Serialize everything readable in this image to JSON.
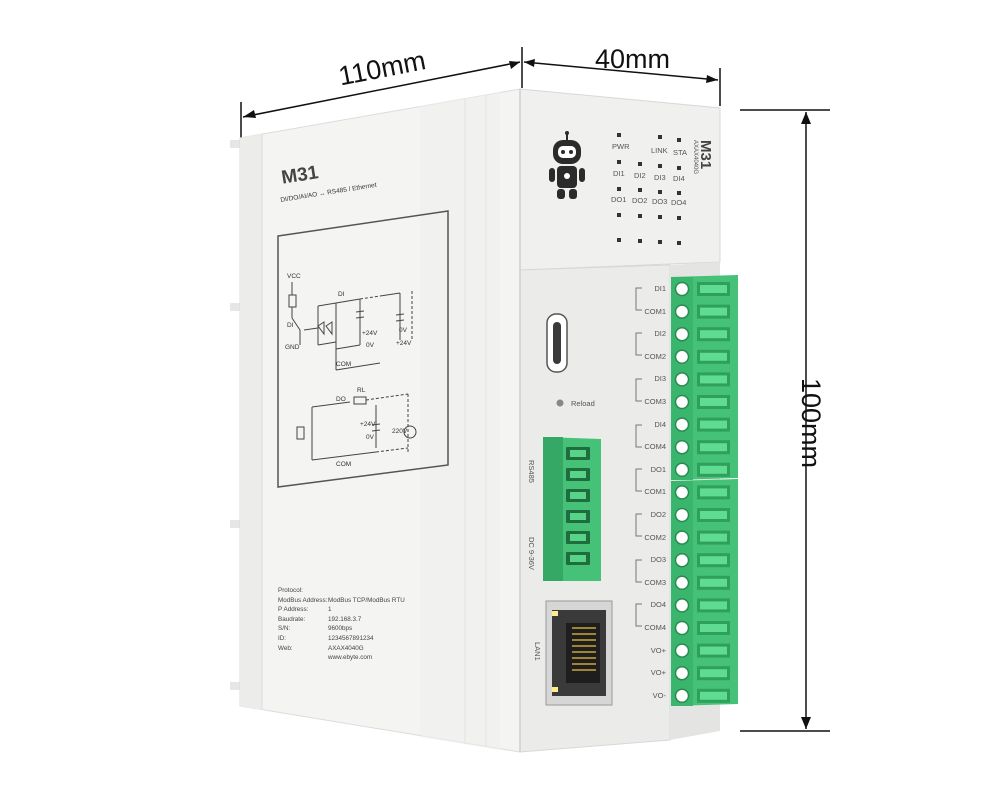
{
  "dimensions": {
    "width": "110mm",
    "depth": "40mm",
    "height": "100mm"
  },
  "device": {
    "side_model": "M31",
    "side_subtitle": "DI/DO/AI/AO",
    "side_subtitle_interface": "RS485 / Ethernet",
    "front_model": "M31",
    "front_model_code": "AXAX4040G"
  },
  "schematic": {
    "vcc": "VCC",
    "di": "DI",
    "gnd": "GND",
    "di_pin": "DI",
    "v24_a": "+24V",
    "v0_a": "0V",
    "v0_b": "0V",
    "v24_b": "+24V",
    "com_a": "COM",
    "do_pin": "DO",
    "rl": "RL",
    "v24_c": "+24V",
    "v0_c": "0V",
    "vac": "220V",
    "com_b": "COM"
  },
  "label_table": {
    "rows": [
      {
        "key": "Protocol:",
        "value": ""
      },
      {
        "key": "ModBus Address:",
        "value": "ModBus TCP/ModBus RTU"
      },
      {
        "key": "P Address:",
        "value": "1"
      },
      {
        "key": "Baudrate:",
        "value": "192.168.3.7"
      },
      {
        "key": "S/N:",
        "value": "9600bps"
      },
      {
        "key": "ID:",
        "value": "1234567891234"
      },
      {
        "key": "Web:",
        "value": "AXAX4040G"
      },
      {
        "key": "",
        "value": "www.ebyte.com"
      }
    ]
  },
  "leds": {
    "pwr": "PWR",
    "link": "LINK",
    "sta": "STA",
    "di1": "DI1",
    "di2": "DI2",
    "di3": "DI3",
    "di4": "DI4",
    "do1": "DO1",
    "do2": "DO2",
    "do3": "DO3",
    "do4": "DO4"
  },
  "front_panel": {
    "reload": "Reload",
    "rs485": "RS485",
    "dc_input": "DC 9-36V",
    "lan": "LAN1"
  },
  "terminals": {
    "labels": [
      "DI1",
      "COM1",
      "DI2",
      "COM2",
      "DI3",
      "COM3",
      "DI4",
      "COM4",
      "DO1",
      "COM1",
      "DO2",
      "COM2",
      "DO3",
      "COM3",
      "DO4",
      "COM4",
      "VO+",
      "VO+",
      "VO-"
    ]
  },
  "colors": {
    "housing": "#f2f2f1",
    "terminal_green": "#3cb96a",
    "terminal_dark": "#2a9a55",
    "line": "#222222"
  }
}
